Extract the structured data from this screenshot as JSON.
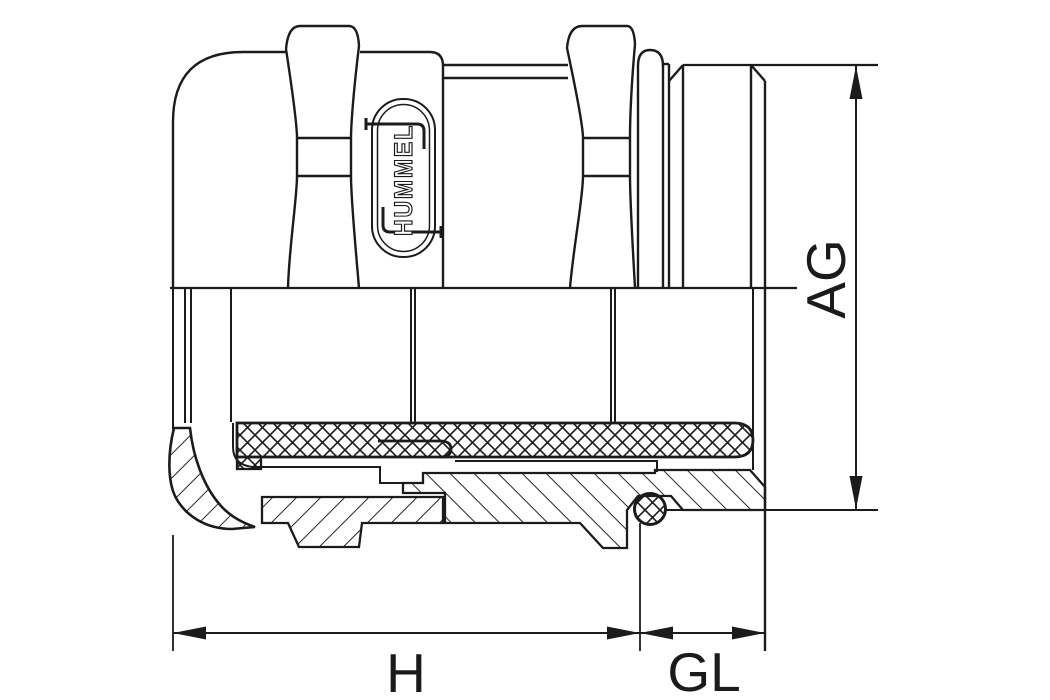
{
  "drawing": {
    "type": "technical-drawing",
    "subject": "cable-gland-half-section",
    "brand": "HUMMEL",
    "dimension_labels": {
      "body_height": "H",
      "thread_length": "GL",
      "thread_size": "AG"
    },
    "colors": {
      "line": "#1b1b1b",
      "background": "#ffffff"
    }
  }
}
